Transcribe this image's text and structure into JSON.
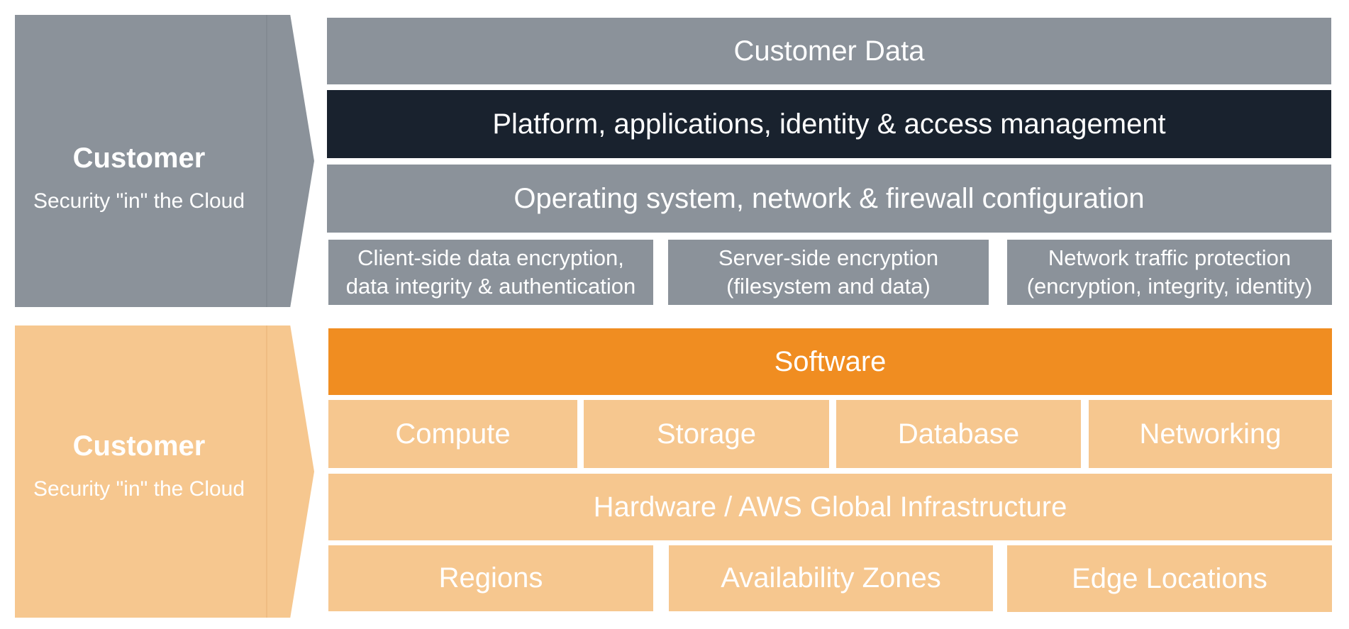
{
  "colors": {
    "gray": "#8b929a",
    "dark": "#19222e",
    "orange": "#f08d21",
    "light_orange": "#f6c78f",
    "arrow_gray": "#8b929a",
    "arrow_orange": "#f6c78f"
  },
  "upper_section": {
    "arrow": {
      "title": "Customer",
      "subtitle": "Security \"in\" the Cloud"
    },
    "customer_data": "Customer Data",
    "platform": "Platform, applications, identity & access management",
    "os": "Operating system, network & firewall configuration",
    "encryption": [
      {
        "line1": "Client-side data encryption,",
        "line2": "data integrity & authentication"
      },
      {
        "line1": "Server-side encryption",
        "line2": "(filesystem and data)"
      },
      {
        "line1": "Network traffic protection",
        "line2": "(encryption, integrity, identity)"
      }
    ]
  },
  "lower_section": {
    "arrow": {
      "title": "Customer",
      "subtitle": "Security \"in\" the Cloud"
    },
    "software": "Software",
    "services": [
      "Compute",
      "Storage",
      "Database",
      "Networking"
    ],
    "hardware": "Hardware / AWS Global Infrastructure",
    "infrastructure": [
      "Regions",
      "Availability Zones",
      "Edge Locations"
    ]
  }
}
